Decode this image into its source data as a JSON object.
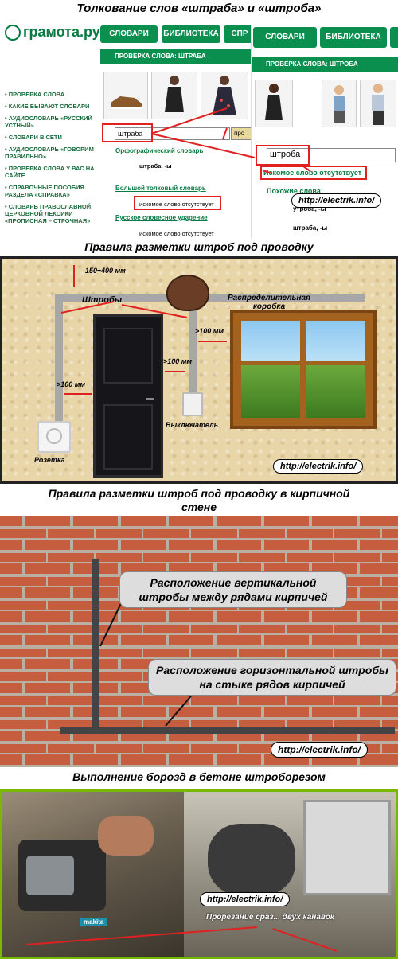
{
  "titles": {
    "t1": "Толкование слов «штраба» и «штроба»",
    "t2": "Правила разметки штроб под проводку",
    "t3": "Правила разметки штроб под проводку в кирпичной стене",
    "t4": "Выполнение борозд в бетоне штроборезом"
  },
  "gramota": {
    "logo": "грамота.ру",
    "tabs": [
      "СЛОВАРИ",
      "БИБЛИОТЕКА",
      "СПР"
    ],
    "tabs2": [
      "СЛОВАРИ",
      "БИБЛИОТЕКА"
    ],
    "bar_left": "ПРОВЕРКА СЛОВА: ШТРАБА",
    "bar_right": "ПРОВЕРКА СЛОВА: ШТРОБА",
    "sidebar": [
      "ПРОВЕРКА СЛОВА",
      "КАКИЕ БЫВАЮТ СЛОВАРИ",
      "АУДИОСЛОВАРЬ «РУССКИЙ УСТНЫЙ»",
      "СЛОВАРИ В СЕТИ",
      "АУДИОСЛОВАРЬ «ГОВОРИМ ПРАВИЛЬНО»",
      "ПРОВЕРКА СЛОВА У ВАС НА САЙТЕ",
      "СПРАВОЧНЫЕ ПОСОБИЯ РАЗДЕЛА «СПРАВКА»",
      "СЛОВАРЬ ПРАВОСЛАВНОЙ ЦЕРКОВНОЙ ЛЕКСИКИ «ПРОПИСНАЯ – СТРОЧНАЯ»"
    ],
    "input_left": "штраба",
    "btn_left": "про",
    "ortho_link": "Орфографический словарь",
    "ortho_word": "штраба, -ы",
    "big_link": "Большой толковый словарь",
    "absent_small": "искомое слово отсутствует",
    "accent_link": "Русское словесное ударение",
    "absent_small2": "искомое слово отсутствует",
    "input_right": "штроба",
    "absent_right": "Искомое слово отсутствует",
    "similar": "Похожие слова:",
    "similar_word": "утроба, -ы",
    "similar_word2": "штраба, -ы",
    "url": "http://electrik.info/"
  },
  "wall": {
    "dim_top": "150÷400 мм",
    "shtroby": "Штробы",
    "box": "Распределительная коробка",
    "d1": ">100 мм",
    "d2": ">100 мм",
    "d3": ">100 мм",
    "switch": "Выключатель",
    "socket": "Розетка",
    "url": "http://electrik.info/"
  },
  "brick": {
    "callout1": "Расположение вертикальной штробы между рядами кирпичей",
    "callout2": "Расположение горизонтальной штробы на стыке рядов кирпичей",
    "url": "http://electrik.info/"
  },
  "saw": {
    "url": "http://electrik.info/",
    "caption": "Прорезание срaз... двух канавок",
    "brand": "makita"
  }
}
